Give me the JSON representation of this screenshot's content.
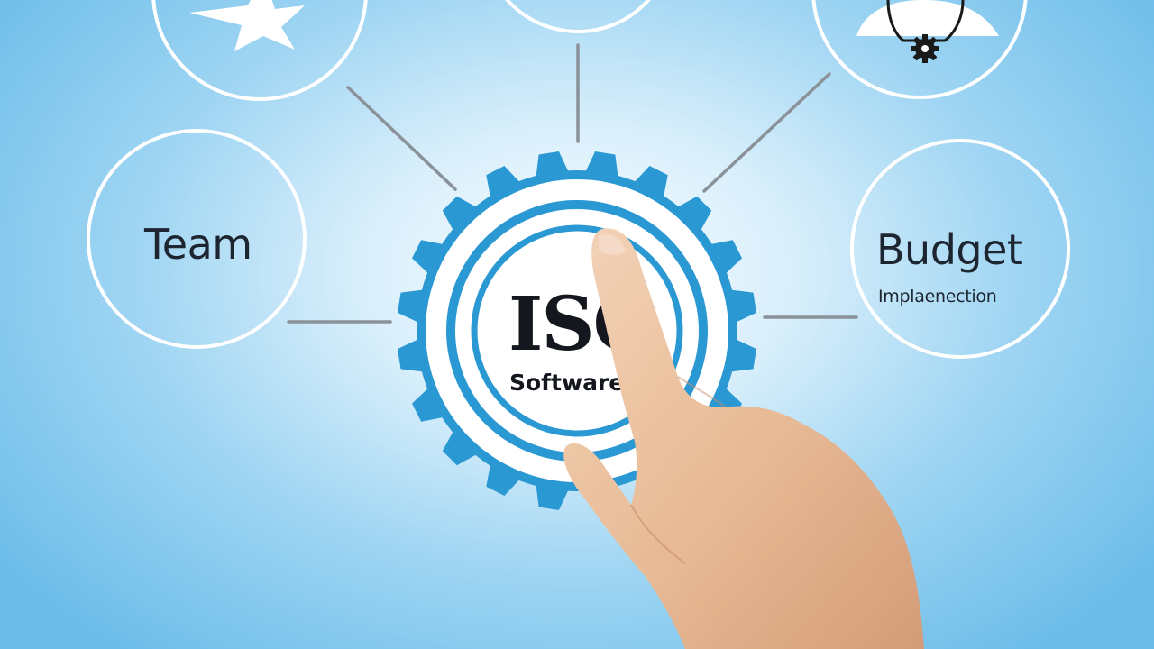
{
  "nodes": {
    "team": {
      "label": "Team"
    },
    "budget": {
      "label": "Budget",
      "sublabel": "Implaenection"
    }
  },
  "center": {
    "title": "ISO",
    "subtitle": "Software"
  },
  "icons": [
    "star-icon",
    "lightbulb-gear-icon"
  ],
  "colors": {
    "gear": "#2a98d3",
    "ring": "#2a98d3",
    "circle_stroke": "#ffffff",
    "connector": "#8a9198",
    "background_center": "#f7fcff",
    "background_edge": "#6dbde9",
    "skin": "#e9bf9e"
  }
}
